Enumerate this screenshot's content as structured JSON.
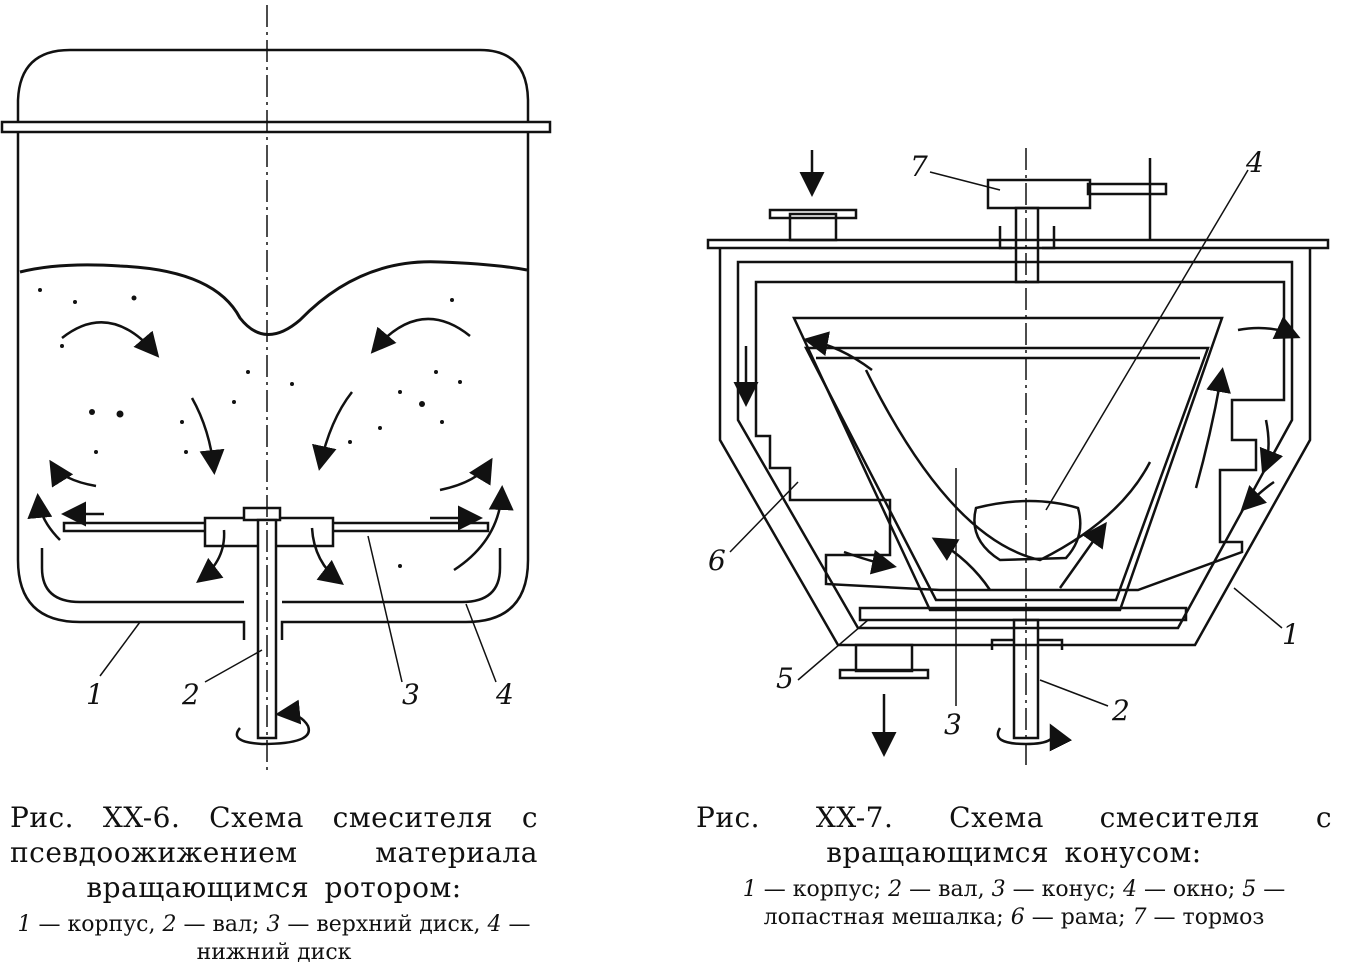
{
  "figure_left": {
    "labels": [
      "1",
      "2",
      "3",
      "4"
    ],
    "caption_title": "Рис. XX-6. Схема смесителя с псевдоожижением материала вращающимся ротором:",
    "legend": [
      {
        "num": "1",
        "text": "— корпус, "
      },
      {
        "num": "2",
        "text": "— вал; "
      },
      {
        "num": "3",
        "text": "— верхний диск, "
      },
      {
        "num": "4",
        "text": "— нижний диск"
      }
    ]
  },
  "figure_right": {
    "labels": [
      "1",
      "2",
      "3",
      "4",
      "5",
      "6",
      "7"
    ],
    "caption_title": "Рис. XX-7. Схема смесителя с вращающимся конусом:",
    "legend": [
      {
        "num": "1",
        "text": "— корпус; "
      },
      {
        "num": "2",
        "text": "— вал, "
      },
      {
        "num": "3",
        "text": "— конус; "
      },
      {
        "num": "4",
        "text": "— окно; "
      },
      {
        "num": "5",
        "text": "— лопастная мешалка; "
      },
      {
        "num": "6",
        "text": "— рама; "
      },
      {
        "num": "7",
        "text": "— тормоз"
      }
    ]
  },
  "colors": {
    "ink": "#111111",
    "paper": "#ffffff"
  }
}
